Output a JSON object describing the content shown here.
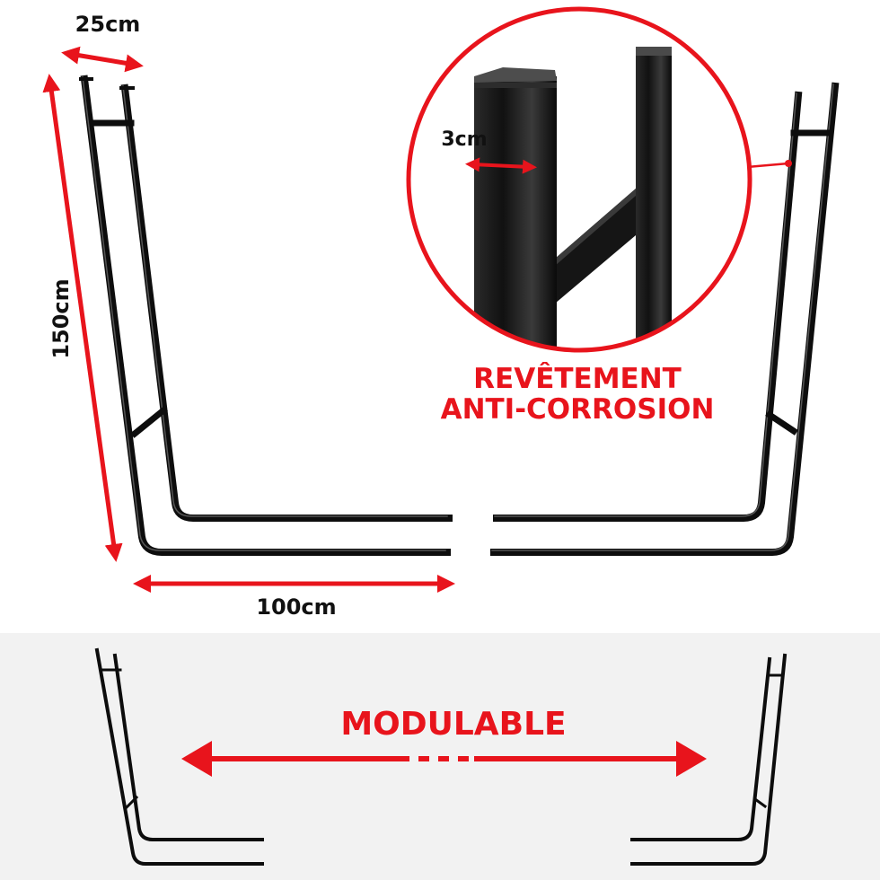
{
  "colors": {
    "accent": "#e8141c",
    "metal": "#0d0d0d",
    "background": "#ffffff",
    "band": "#f2f2f2"
  },
  "dimensions": {
    "depth_label": "25cm",
    "height_label": "150cm",
    "width_label": "100cm",
    "tube_label": "3cm"
  },
  "callout": {
    "line1": "REVÊTEMENT",
    "line2": "ANTI-CORROSION"
  },
  "modular": {
    "label": "MODULABLE"
  }
}
